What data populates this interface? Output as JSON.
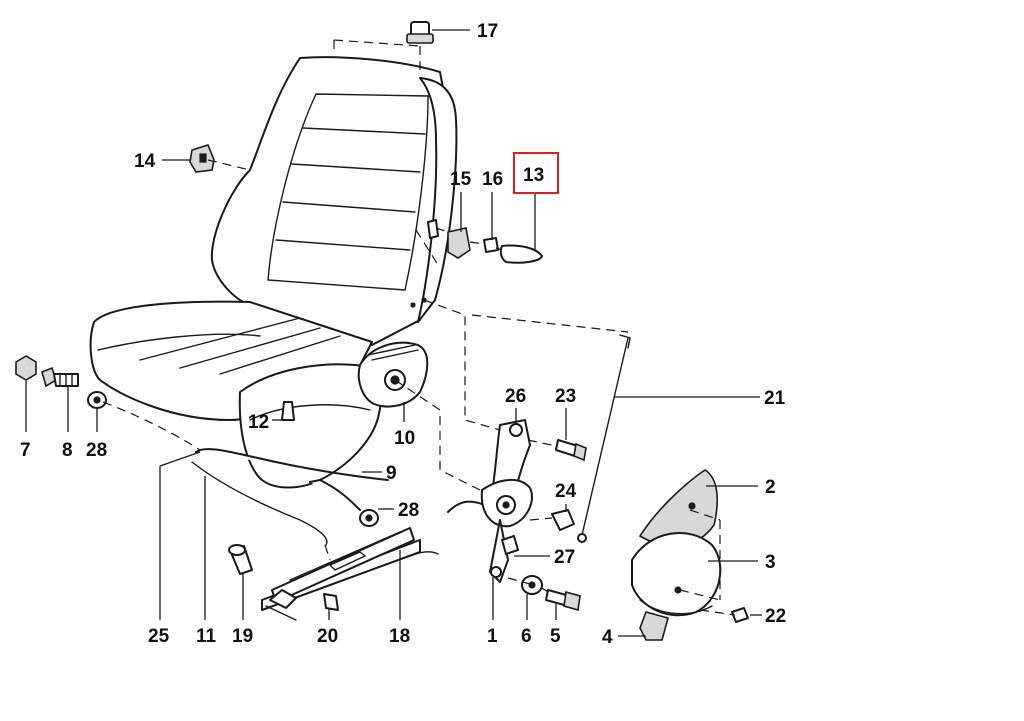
{
  "diagram": {
    "highlight_color": "#e02020",
    "callouts": [
      {
        "id": "c17",
        "text": "17"
      },
      {
        "id": "c14",
        "text": "14"
      },
      {
        "id": "c15",
        "text": "15"
      },
      {
        "id": "c16",
        "text": "16"
      },
      {
        "id": "c13",
        "text": "13",
        "highlighted": true
      },
      {
        "id": "c21",
        "text": "21"
      },
      {
        "id": "c7",
        "text": "7"
      },
      {
        "id": "c8",
        "text": "8"
      },
      {
        "id": "c28a",
        "text": "28"
      },
      {
        "id": "c12",
        "text": "12"
      },
      {
        "id": "c10",
        "text": "10"
      },
      {
        "id": "c26",
        "text": "26"
      },
      {
        "id": "c23",
        "text": "23"
      },
      {
        "id": "c9",
        "text": "9"
      },
      {
        "id": "c28b",
        "text": "28"
      },
      {
        "id": "c24",
        "text": "24"
      },
      {
        "id": "c2",
        "text": "2"
      },
      {
        "id": "c27",
        "text": "27"
      },
      {
        "id": "c3",
        "text": "3"
      },
      {
        "id": "c22",
        "text": "22"
      },
      {
        "id": "c25",
        "text": "25"
      },
      {
        "id": "c11",
        "text": "11"
      },
      {
        "id": "c19",
        "text": "19"
      },
      {
        "id": "c20",
        "text": "20"
      },
      {
        "id": "c18",
        "text": "18"
      },
      {
        "id": "c1",
        "text": "1"
      },
      {
        "id": "c6",
        "text": "6"
      },
      {
        "id": "c5",
        "text": "5"
      },
      {
        "id": "c4",
        "text": "4"
      }
    ]
  }
}
